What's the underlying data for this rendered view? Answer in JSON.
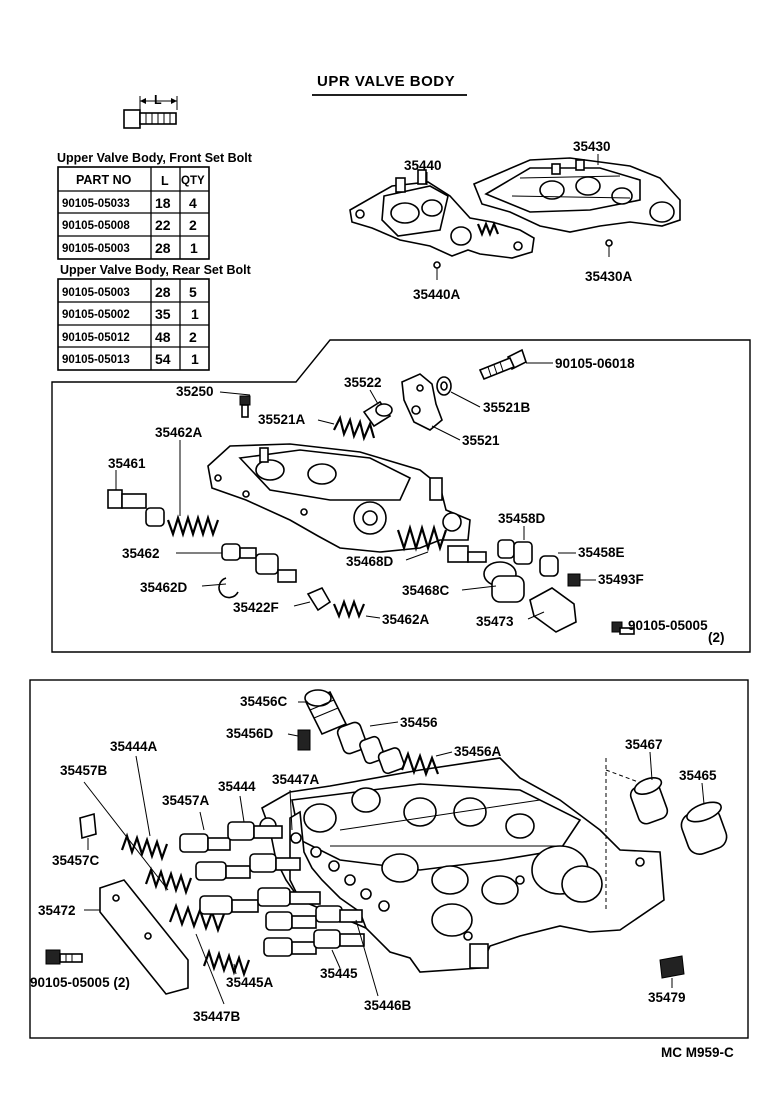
{
  "title": "UPR  VALVE  BODY",
  "bolt_dimension_label": "L",
  "front_table": {
    "caption": "Upper Valve Body, Front Set Bolt",
    "headers": [
      "PART NO",
      "L",
      "QTY"
    ],
    "rows": [
      {
        "part": "90105-05033",
        "l": "18",
        "qty": "4"
      },
      {
        "part": "90105-05008",
        "l": "22",
        "qty": "2"
      },
      {
        "part": "90105-05003",
        "l": "28",
        "qty": "1"
      }
    ]
  },
  "rear_table": {
    "caption": "Upper Valve Body, Rear Set Bolt",
    "rows": [
      {
        "part": "90105-05003",
        "l": "28",
        "qty": "5"
      },
      {
        "part": "90105-05002",
        "l": "35",
        "qty": "1"
      },
      {
        "part": "90105-05012",
        "l": "48",
        "qty": "2"
      },
      {
        "part": "90105-05013",
        "l": "54",
        "qty": "1"
      }
    ]
  },
  "labels": {
    "p35440": "35440",
    "p35430": "35430",
    "p35440A": "35440A",
    "p35430A": "35430A",
    "p90105_06018": "90105-06018",
    "p35250": "35250",
    "p35522": "35522",
    "p35521B": "35521B",
    "p35521A": "35521A",
    "p35521": "35521",
    "p35462A_top": "35462A",
    "p35461": "35461",
    "p35458D": "35458D",
    "p35458E": "35458E",
    "p35462": "35462",
    "p35468D": "35468D",
    "p35493F": "35493F",
    "p35462D": "35462D",
    "p35468C": "35468C",
    "p35422F": "35422F",
    "p35462A_bot": "35462A",
    "p35473": "35473",
    "p90105_05005_mid": "90105-05005",
    "p90105_05005_mid_qty": "(2)",
    "p35456C": "35456C",
    "p35456": "35456",
    "p35456D": "35456D",
    "p35456A": "35456A",
    "p35444A": "35444A",
    "p35467": "35467",
    "p35465": "35465",
    "p35457B": "35457B",
    "p35444": "35444",
    "p35447A": "35447A",
    "p35457A": "35457A",
    "p35457C": "35457C",
    "p35472": "35472",
    "p90105_05005_bot": "90105-05005 (2)",
    "p35445A": "35445A",
    "p35445": "35445",
    "p35479": "35479",
    "p35447B": "35447B",
    "p35446B": "35446B"
  },
  "footer_code": "MC  M959-C"
}
